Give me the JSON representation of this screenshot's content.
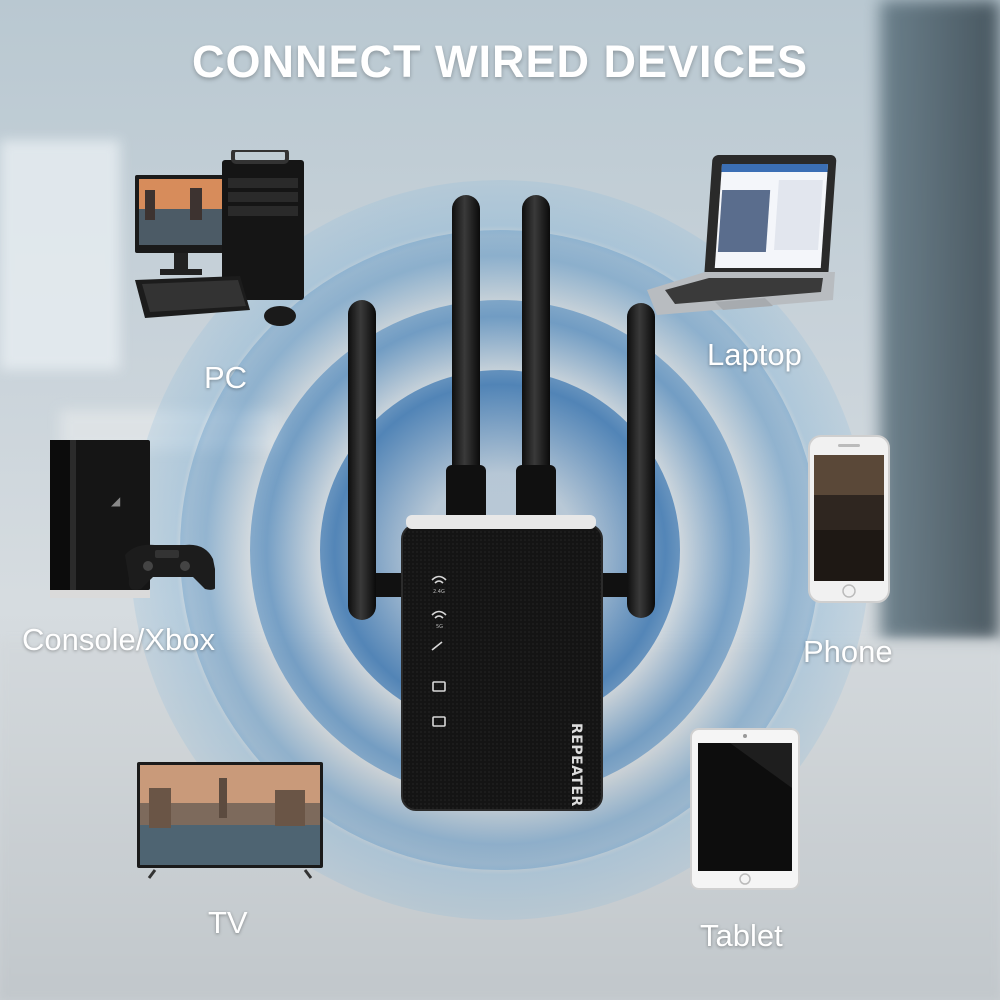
{
  "title": "CONNECT WIRED DEVICES",
  "devices": {
    "pc": "PC",
    "laptop": "Laptop",
    "console": "Console/Xbox",
    "phone": "Phone",
    "tv": "TV",
    "tablet": "Tablet"
  },
  "repeater": {
    "text": "REPEATER",
    "indicators": [
      "2.4G",
      "5G"
    ]
  },
  "colors": {
    "ring_blue": "#3a7fb3",
    "device_black": "#111111",
    "title_white": "#ffffff"
  }
}
